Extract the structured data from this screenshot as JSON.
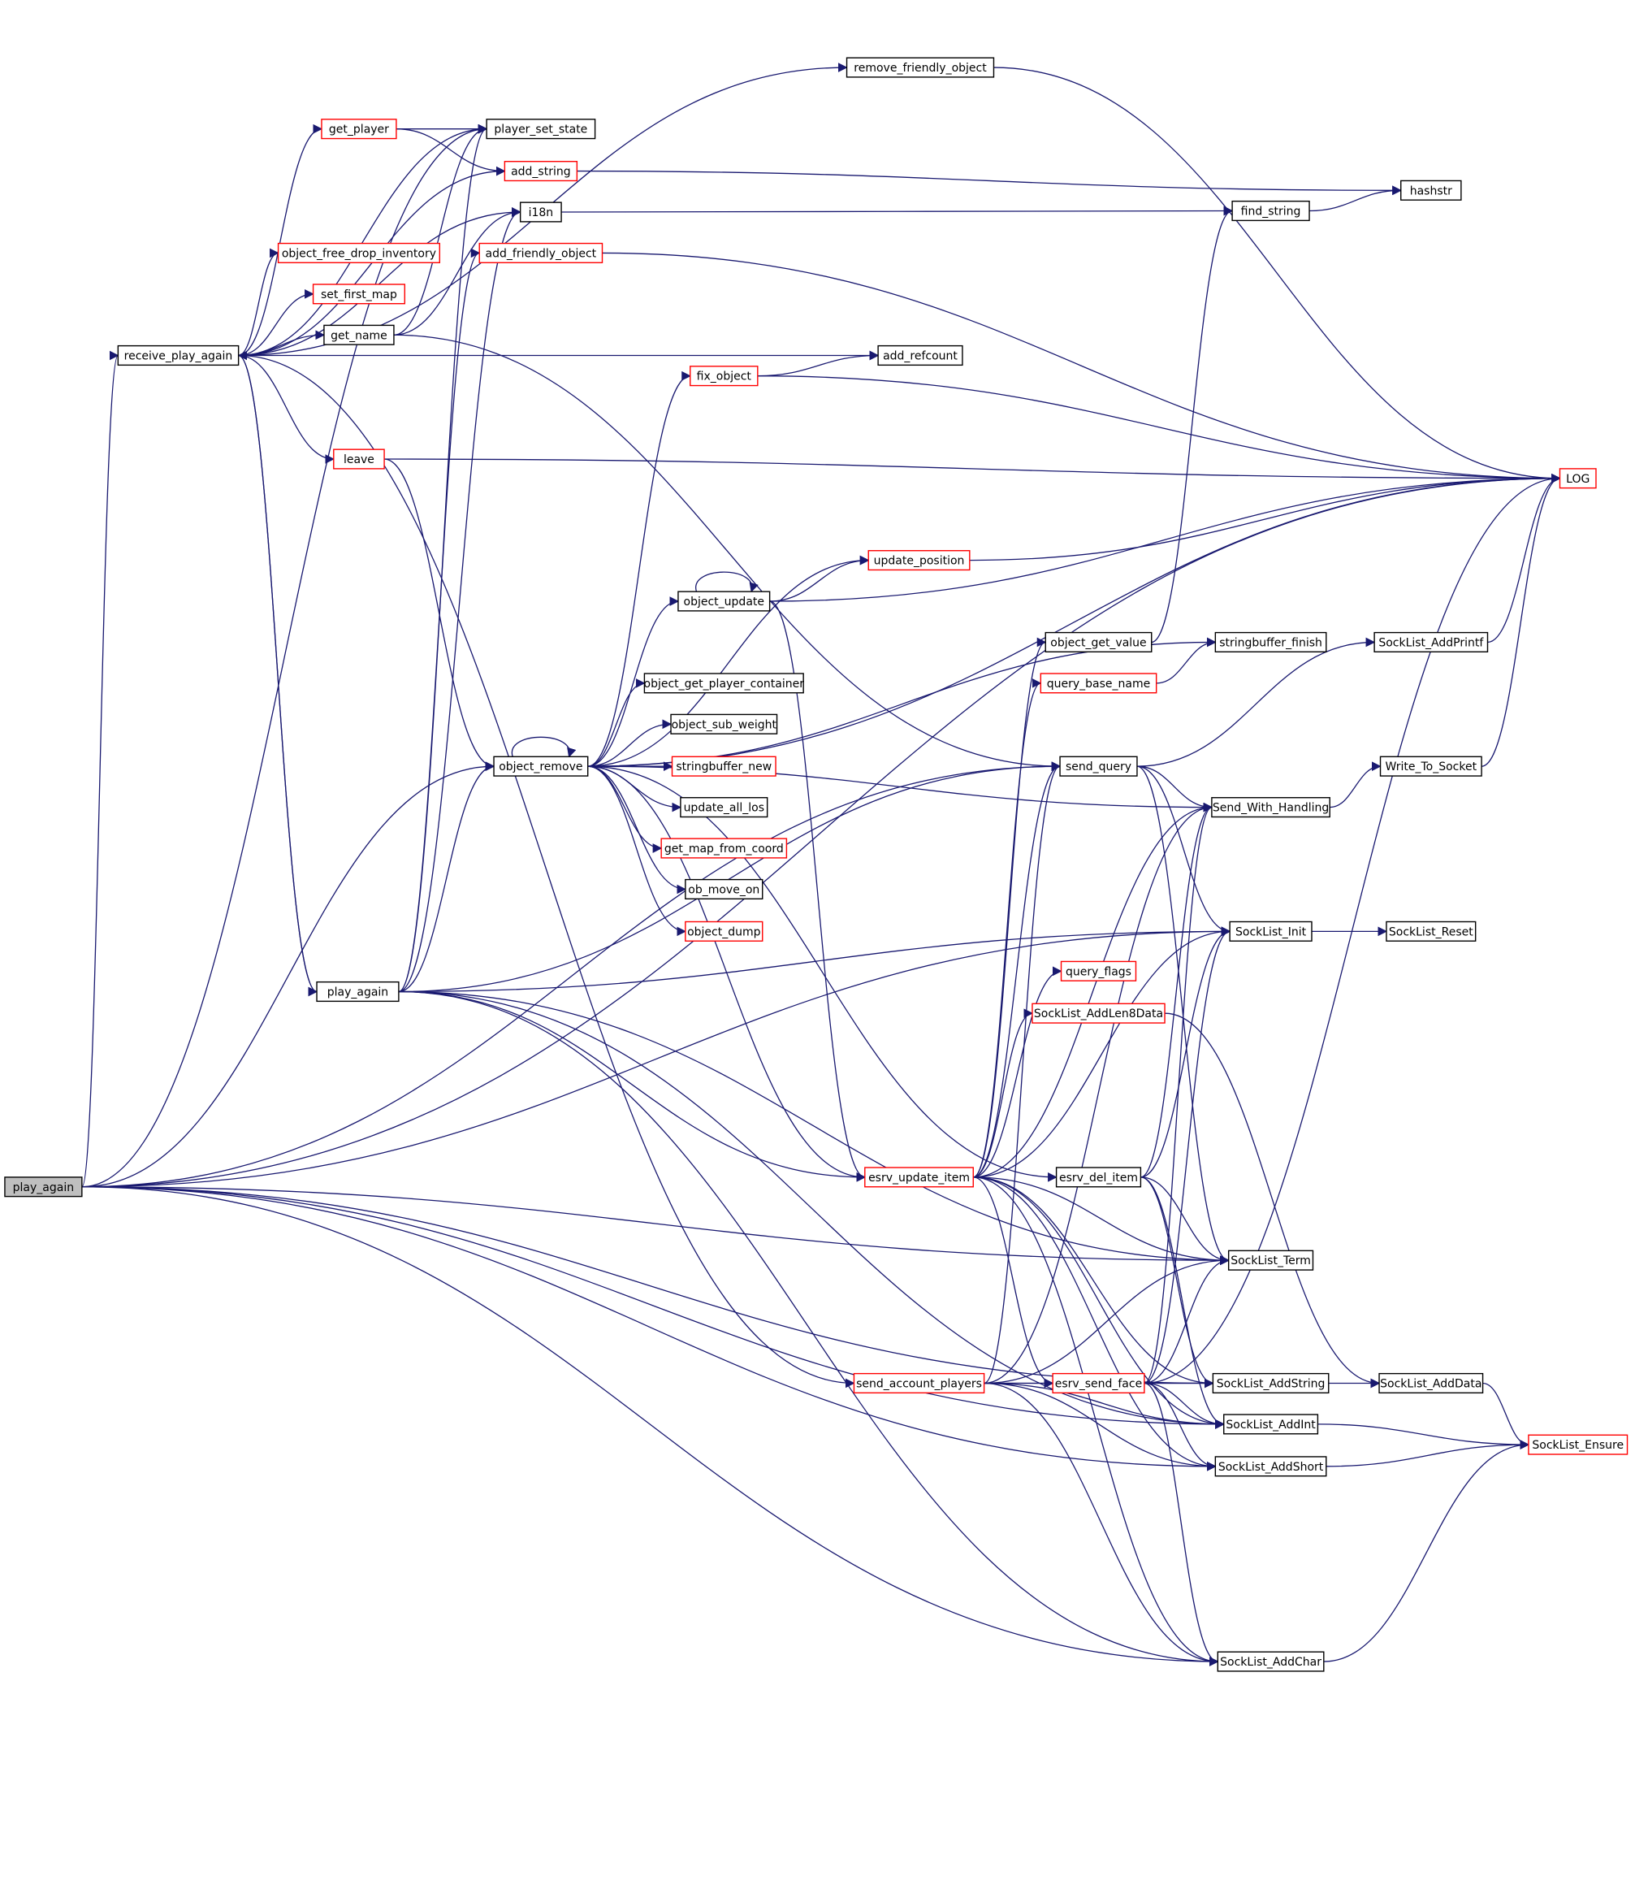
{
  "colors": {
    "edge": "#191970",
    "truncated_border": "#ff0000",
    "normal_border": "#000000",
    "root_fill": "#bfbfbf",
    "node_fill": "#ffffff"
  },
  "nodes": [
    {
      "id": "play_again_root",
      "label": "play_again",
      "style": "root"
    },
    {
      "id": "receive_play_again",
      "label": "receive_play_again",
      "style": "normal"
    },
    {
      "id": "play_again",
      "label": "play_again",
      "style": "normal"
    },
    {
      "id": "remove_friendly_object",
      "label": "remove_friendly_object",
      "style": "normal"
    },
    {
      "id": "player_set_state",
      "label": "player_set_state",
      "style": "normal"
    },
    {
      "id": "get_player",
      "label": "get_player",
      "style": "truncated"
    },
    {
      "id": "add_string",
      "label": "add_string",
      "style": "truncated"
    },
    {
      "id": "i18n",
      "label": "i18n",
      "style": "normal"
    },
    {
      "id": "object_free_drop_inventory",
      "label": "object_free_drop_inventory",
      "style": "truncated"
    },
    {
      "id": "add_friendly_object",
      "label": "add_friendly_object",
      "style": "truncated"
    },
    {
      "id": "set_first_map",
      "label": "set_first_map",
      "style": "truncated"
    },
    {
      "id": "get_name",
      "label": "get_name",
      "style": "normal"
    },
    {
      "id": "leave",
      "label": "leave",
      "style": "truncated"
    },
    {
      "id": "hashstr",
      "label": "hashstr",
      "style": "normal"
    },
    {
      "id": "find_string",
      "label": "find_string",
      "style": "normal"
    },
    {
      "id": "add_refcount",
      "label": "add_refcount",
      "style": "normal"
    },
    {
      "id": "fix_object",
      "label": "fix_object",
      "style": "truncated"
    },
    {
      "id": "LOG",
      "label": "LOG",
      "style": "truncated"
    },
    {
      "id": "update_position",
      "label": "update_position",
      "style": "truncated"
    },
    {
      "id": "object_update",
      "label": "object_update",
      "style": "normal"
    },
    {
      "id": "object_get_value",
      "label": "object_get_value",
      "style": "normal"
    },
    {
      "id": "stringbuffer_finish",
      "label": "stringbuffer_finish",
      "style": "normal"
    },
    {
      "id": "SockList_AddPrintf",
      "label": "SockList_AddPrintf",
      "style": "normal"
    },
    {
      "id": "object_get_player_container",
      "label": "object_get_player_container",
      "style": "normal"
    },
    {
      "id": "query_base_name",
      "label": "query_base_name",
      "style": "truncated"
    },
    {
      "id": "object_sub_weight",
      "label": "object_sub_weight",
      "style": "normal"
    },
    {
      "id": "object_remove",
      "label": "object_remove",
      "style": "normal"
    },
    {
      "id": "stringbuffer_new",
      "label": "stringbuffer_new",
      "style": "truncated"
    },
    {
      "id": "send_query",
      "label": "send_query",
      "style": "normal"
    },
    {
      "id": "Write_To_Socket",
      "label": "Write_To_Socket",
      "style": "normal"
    },
    {
      "id": "update_all_los",
      "label": "update_all_los",
      "style": "normal"
    },
    {
      "id": "Send_With_Handling",
      "label": "Send_With_Handling",
      "style": "normal"
    },
    {
      "id": "get_map_from_coord",
      "label": "get_map_from_coord",
      "style": "truncated"
    },
    {
      "id": "ob_move_on",
      "label": "ob_move_on",
      "style": "normal"
    },
    {
      "id": "object_dump",
      "label": "object_dump",
      "style": "truncated"
    },
    {
      "id": "SockList_Init",
      "label": "SockList_Init",
      "style": "normal"
    },
    {
      "id": "SockList_Reset",
      "label": "SockList_Reset",
      "style": "normal"
    },
    {
      "id": "query_flags",
      "label": "query_flags",
      "style": "truncated"
    },
    {
      "id": "SockList_AddLen8Data",
      "label": "SockList_AddLen8Data",
      "style": "truncated"
    },
    {
      "id": "esrv_update_item",
      "label": "esrv_update_item",
      "style": "truncated"
    },
    {
      "id": "esrv_del_item",
      "label": "esrv_del_item",
      "style": "normal"
    },
    {
      "id": "SockList_Term",
      "label": "SockList_Term",
      "style": "normal"
    },
    {
      "id": "send_account_players",
      "label": "send_account_players",
      "style": "truncated"
    },
    {
      "id": "esrv_send_face",
      "label": "esrv_send_face",
      "style": "truncated"
    },
    {
      "id": "SockList_AddString",
      "label": "SockList_AddString",
      "style": "normal"
    },
    {
      "id": "SockList_AddData",
      "label": "SockList_AddData",
      "style": "normal"
    },
    {
      "id": "SockList_AddInt",
      "label": "SockList_AddInt",
      "style": "normal"
    },
    {
      "id": "SockList_Ensure",
      "label": "SockList_Ensure",
      "style": "truncated"
    },
    {
      "id": "SockList_AddShort",
      "label": "SockList_AddShort",
      "style": "normal"
    },
    {
      "id": "SockList_AddChar",
      "label": "SockList_AddChar",
      "style": "normal"
    }
  ],
  "edges": [
    [
      "play_again_root",
      "receive_play_again"
    ],
    [
      "play_again_root",
      "player_set_state"
    ],
    [
      "play_again_root",
      "object_remove"
    ],
    [
      "play_again_root",
      "LOG"
    ],
    [
      "play_again_root",
      "send_query"
    ],
    [
      "play_again_root",
      "SockList_Init"
    ],
    [
      "play_again_root",
      "SockList_Term"
    ],
    [
      "play_again_root",
      "SockList_AddString"
    ],
    [
      "play_again_root",
      "SockList_AddInt"
    ],
    [
      "play_again_root",
      "SockList_AddShort"
    ],
    [
      "play_again_root",
      "SockList_AddChar"
    ],
    [
      "receive_play_again",
      "player_set_state"
    ],
    [
      "receive_play_again",
      "get_player"
    ],
    [
      "receive_play_again",
      "add_string"
    ],
    [
      "receive_play_again",
      "i18n"
    ],
    [
      "receive_play_again",
      "object_free_drop_inventory"
    ],
    [
      "receive_play_again",
      "set_first_map"
    ],
    [
      "receive_play_again",
      "get_name"
    ],
    [
      "receive_play_again",
      "add_refcount"
    ],
    [
      "receive_play_again",
      "leave"
    ],
    [
      "receive_play_again",
      "play_again"
    ],
    [
      "receive_play_again",
      "send_account_players"
    ],
    [
      "receive_play_again",
      "remove_friendly_object"
    ],
    [
      "play_again",
      "receive_play_again"
    ],
    [
      "play_again",
      "player_set_state"
    ],
    [
      "play_again",
      "i18n"
    ],
    [
      "play_again",
      "add_friendly_object"
    ],
    [
      "play_again",
      "object_remove"
    ],
    [
      "play_again",
      "send_query"
    ],
    [
      "play_again",
      "SockList_Init"
    ],
    [
      "play_again",
      "SockList_Term"
    ],
    [
      "play_again",
      "SockList_AddInt"
    ],
    [
      "play_again",
      "SockList_AddChar"
    ],
    [
      "play_again",
      "esrv_update_item"
    ],
    [
      "get_player",
      "player_set_state"
    ],
    [
      "get_player",
      "add_string"
    ],
    [
      "get_name",
      "i18n"
    ],
    [
      "get_name",
      "player_set_state"
    ],
    [
      "get_name",
      "send_query"
    ],
    [
      "add_string",
      "hashstr"
    ],
    [
      "i18n",
      "find_string"
    ],
    [
      "find_string",
      "hashstr"
    ],
    [
      "add_friendly_object",
      "LOG"
    ],
    [
      "remove_friendly_object",
      "LOG"
    ],
    [
      "leave",
      "LOG"
    ],
    [
      "leave",
      "object_remove"
    ],
    [
      "fix_object",
      "add_refcount"
    ],
    [
      "fix_object",
      "LOG"
    ],
    [
      "object_remove",
      "object_remove"
    ],
    [
      "object_remove",
      "fix_object"
    ],
    [
      "object_remove",
      "update_position"
    ],
    [
      "object_remove",
      "object_update"
    ],
    [
      "object_remove",
      "stringbuffer_finish"
    ],
    [
      "object_remove",
      "object_get_player_container"
    ],
    [
      "object_remove",
      "object_sub_weight"
    ],
    [
      "object_remove",
      "stringbuffer_new"
    ],
    [
      "object_remove",
      "update_all_los"
    ],
    [
      "object_remove",
      "get_map_from_coord"
    ],
    [
      "object_remove",
      "ob_move_on"
    ],
    [
      "object_remove",
      "object_dump"
    ],
    [
      "object_remove",
      "esrv_update_item"
    ],
    [
      "object_remove",
      "esrv_del_item"
    ],
    [
      "object_remove",
      "LOG"
    ],
    [
      "object_remove",
      "Send_With_Handling"
    ],
    [
      "object_update",
      "object_update"
    ],
    [
      "object_update",
      "update_position"
    ],
    [
      "object_update",
      "LOG"
    ],
    [
      "object_update",
      "esrv_update_item"
    ],
    [
      "update_position",
      "LOG"
    ],
    [
      "object_get_value",
      "find_string"
    ],
    [
      "query_base_name",
      "stringbuffer_finish"
    ],
    [
      "send_query",
      "SockList_AddPrintf"
    ],
    [
      "send_query",
      "Send_With_Handling"
    ],
    [
      "send_query",
      "SockList_Init"
    ],
    [
      "send_query",
      "SockList_Term"
    ],
    [
      "SockList_AddPrintf",
      "LOG"
    ],
    [
      "Send_With_Handling",
      "Write_To_Socket"
    ],
    [
      "Write_To_Socket",
      "LOG"
    ],
    [
      "SockList_Init",
      "SockList_Reset"
    ],
    [
      "esrv_update_item",
      "object_get_value"
    ],
    [
      "esrv_update_item",
      "query_base_name"
    ],
    [
      "esrv_update_item",
      "send_query"
    ],
    [
      "esrv_update_item",
      "Send_With_Handling"
    ],
    [
      "esrv_update_item",
      "SockList_Init"
    ],
    [
      "esrv_update_item",
      "query_flags"
    ],
    [
      "esrv_update_item",
      "SockList_AddLen8Data"
    ],
    [
      "esrv_update_item",
      "SockList_Term"
    ],
    [
      "esrv_update_item",
      "esrv_send_face"
    ],
    [
      "esrv_update_item",
      "SockList_AddString"
    ],
    [
      "esrv_update_item",
      "SockList_AddInt"
    ],
    [
      "esrv_update_item",
      "SockList_AddShort"
    ],
    [
      "esrv_update_item",
      "SockList_AddChar"
    ],
    [
      "esrv_del_item",
      "Send_With_Handling"
    ],
    [
      "esrv_del_item",
      "SockList_Init"
    ],
    [
      "esrv_del_item",
      "SockList_Term"
    ],
    [
      "esrv_del_item",
      "SockList_AddString"
    ],
    [
      "esrv_del_item",
      "SockList_AddInt"
    ],
    [
      "send_account_players",
      "send_query"
    ],
    [
      "send_account_players",
      "Send_With_Handling"
    ],
    [
      "send_account_players",
      "esrv_send_face"
    ],
    [
      "send_account_players",
      "SockList_Term"
    ],
    [
      "send_account_players",
      "SockList_AddString"
    ],
    [
      "send_account_players",
      "SockList_AddInt"
    ],
    [
      "send_account_players",
      "SockList_AddShort"
    ],
    [
      "send_account_players",
      "SockList_AddChar"
    ],
    [
      "esrv_send_face",
      "SockList_AddString"
    ],
    [
      "esrv_send_face",
      "SockList_AddInt"
    ],
    [
      "esrv_send_face",
      "SockList_AddShort"
    ],
    [
      "esrv_send_face",
      "SockList_AddChar"
    ],
    [
      "esrv_send_face",
      "Send_With_Handling"
    ],
    [
      "esrv_send_face",
      "SockList_Init"
    ],
    [
      "esrv_send_face",
      "SockList_Term"
    ],
    [
      "esrv_send_face",
      "LOG"
    ],
    [
      "SockList_AddLen8Data",
      "SockList_AddData"
    ],
    [
      "SockList_AddString",
      "SockList_AddData"
    ],
    [
      "SockList_AddData",
      "SockList_Ensure"
    ],
    [
      "SockList_AddInt",
      "SockList_Ensure"
    ],
    [
      "SockList_AddShort",
      "SockList_Ensure"
    ],
    [
      "SockList_AddChar",
      "SockList_Ensure"
    ]
  ]
}
